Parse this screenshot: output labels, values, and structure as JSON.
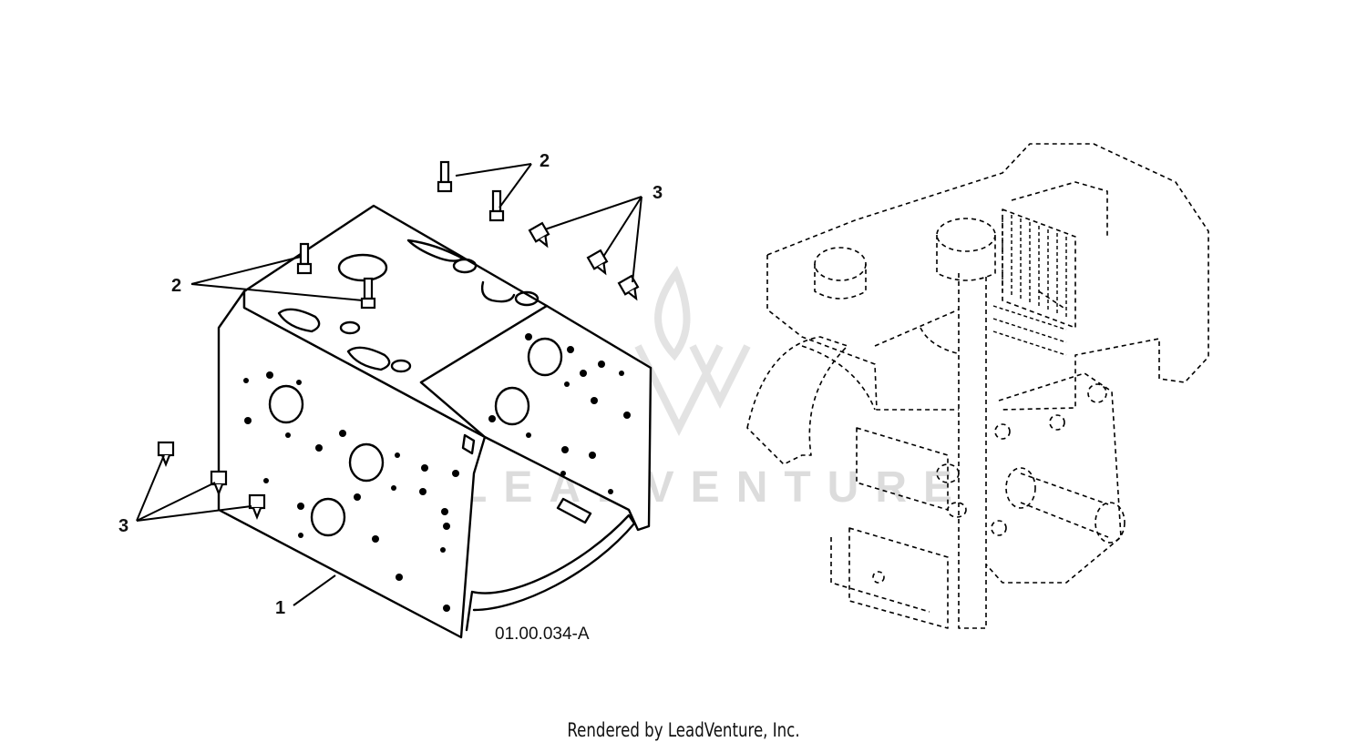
{
  "diagram": {
    "figure_id": "01.00.034-A",
    "callouts": {
      "frame": "1",
      "bolt": "2",
      "nut": "3"
    }
  },
  "watermark": {
    "text": "LEADVENTURE"
  },
  "footer": {
    "text": "Rendered by LeadVenture, Inc."
  }
}
